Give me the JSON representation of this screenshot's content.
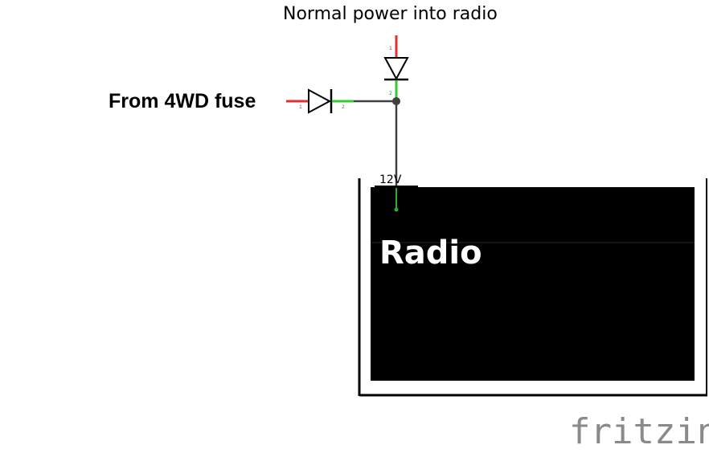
{
  "labels": {
    "top": "Normal power into radio",
    "left": "From 4WD fuse",
    "pin": "12V",
    "radio": "Radio",
    "brand": "fritzing"
  },
  "pins": {
    "diode_top_anode": "1",
    "diode_top_cathode": "2",
    "diode_left_anode": "1",
    "diode_left_cathode": "2"
  },
  "colors": {
    "wire": "#404040",
    "lead_anode": "#e03030",
    "lead_cathode": "#33cc33",
    "radio_body": "#000000",
    "brand": "#8a8a8a"
  }
}
